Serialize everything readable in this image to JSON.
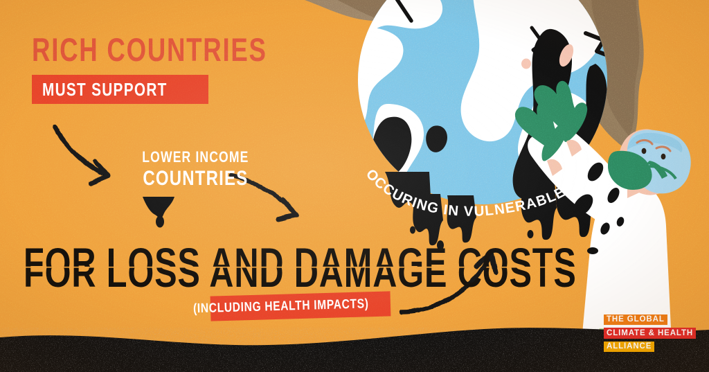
{
  "poster": {
    "background_color": "#F0A23E",
    "accent_red": "#E8452B",
    "headline_red": "#E1563B",
    "ink_black": "#15110C",
    "ocean_blue": "#7CC6E8",
    "land_white": "#FFFFFF",
    "scrub_green": "#2E8B62",
    "cap_blue": "#A8D5EC",
    "skin": "#F4C4AE",
    "pants_green": "#C2E09A",
    "smoke_grey": "#7D7366"
  },
  "headline": {
    "line1": "RICH COUNTRIES",
    "banner_label": "MUST SUPPORT"
  },
  "recipient": {
    "line1": "LOWER INCOME",
    "line2": "COUNTRIES"
  },
  "purpose": {
    "main": "FOR LOSS AND DAMAGE COSTS",
    "banner_label": "(INCLUDING HEALTH IMPACTS)"
  },
  "globe_caption": {
    "text": "OCCURING IN VULNERABLE COUNTRIES"
  },
  "logo": {
    "line1": "THE GLOBAL",
    "line2": "CLIMATE & HEALTH",
    "line3": "ALLIANCE",
    "color1": "#F07B16",
    "color2": "#E22B28",
    "color3": "#F5A800"
  },
  "illustration": {
    "globe_name": "earth-globe-with-oil-spill",
    "figure_name": "masked-health-worker",
    "ground_name": "black-oil-ground",
    "smoke_name": "smoke-plume",
    "arrows": [
      {
        "name": "arrow-rich-to-lower-income"
      },
      {
        "name": "arrow-lower-income-to-loss-damage"
      },
      {
        "name": "arrow-loss-damage-to-globe"
      }
    ]
  }
}
